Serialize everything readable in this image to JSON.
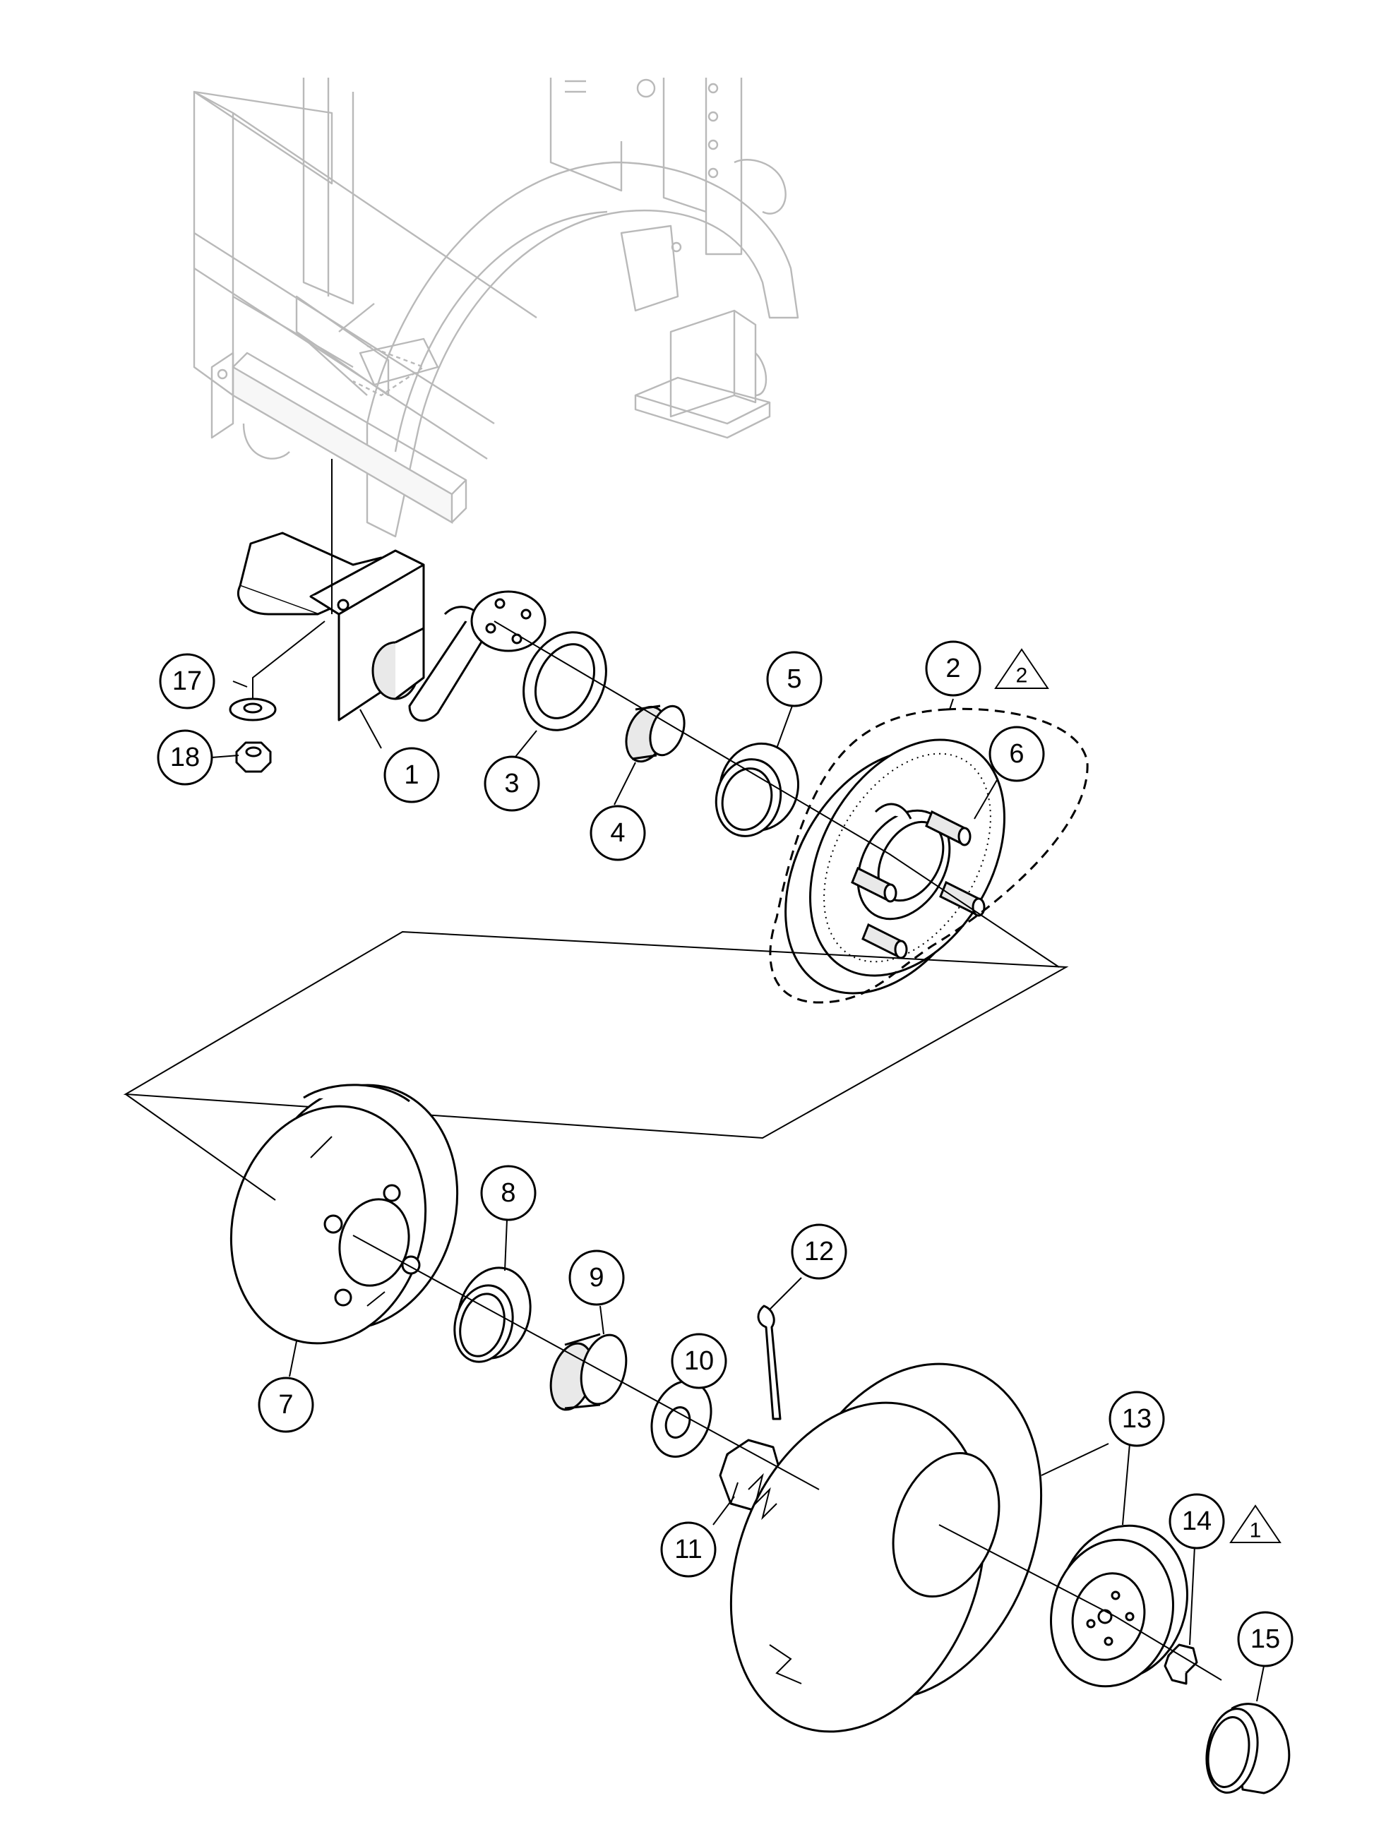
{
  "callouts": [
    {
      "id": "1",
      "label": "1"
    },
    {
      "id": "2",
      "label": "2",
      "revision": "2"
    },
    {
      "id": "3",
      "label": "3"
    },
    {
      "id": "4",
      "label": "4"
    },
    {
      "id": "5",
      "label": "5"
    },
    {
      "id": "6",
      "label": "6"
    },
    {
      "id": "7",
      "label": "7"
    },
    {
      "id": "8",
      "label": "8"
    },
    {
      "id": "9",
      "label": "9"
    },
    {
      "id": "10",
      "label": "10"
    },
    {
      "id": "11",
      "label": "11"
    },
    {
      "id": "12",
      "label": "12"
    },
    {
      "id": "13",
      "label": "13"
    },
    {
      "id": "14",
      "label": "14",
      "revision": "1"
    },
    {
      "id": "15",
      "label": "15"
    },
    {
      "id": "17",
      "label": "17"
    },
    {
      "id": "18",
      "label": "18"
    }
  ]
}
